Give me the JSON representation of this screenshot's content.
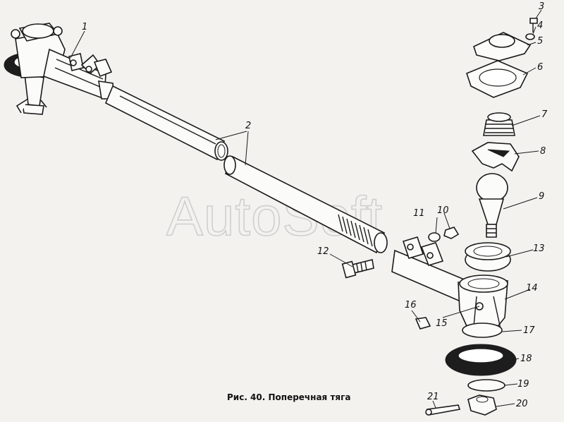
{
  "watermark": "AutoSoft",
  "caption": "Рис. 40. Поперечная тяга",
  "callouts": [
    "1",
    "2",
    "3",
    "4",
    "5",
    "6",
    "7",
    "8",
    "9",
    "10",
    "11",
    "12",
    "13",
    "14",
    "15",
    "16",
    "17",
    "18",
    "19",
    "20",
    "21"
  ]
}
